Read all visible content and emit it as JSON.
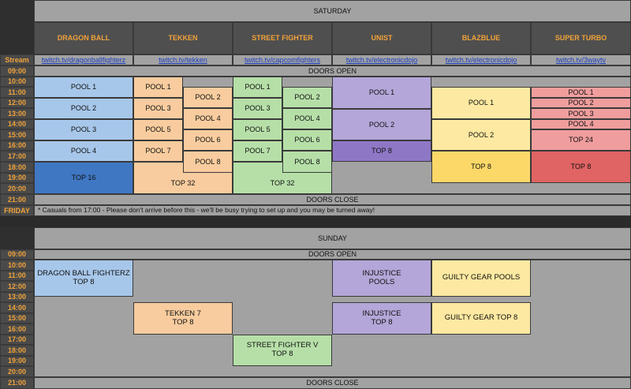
{
  "saturday": {
    "title": "SATURDAY",
    "stream_label": "Stream",
    "games": [
      "DRAGON BALL",
      "TEKKEN",
      "STREET FIGHTER",
      "UNIST",
      "BLAZBLUE",
      "SUPER TURBO"
    ],
    "streams": [
      "twitch.tv/dragonballfighterz",
      "twitch.tv/tekken",
      "twitch.tv/capcomfighters",
      "twitch.tv/electronicdojo",
      "twitch.tv/electronicdojo",
      "twitch.tv/3waytv"
    ],
    "times": [
      "09:00",
      "10:00",
      "11:00",
      "12:00",
      "13:00",
      "14:00",
      "15:00",
      "16:00",
      "17:00",
      "18:00",
      "19:00",
      "20:00",
      "21:00"
    ],
    "doors_open": "DOORS OPEN",
    "doors_close": "DOORS CLOSE",
    "dragonball": {
      "pool1": "POOL 1",
      "pool2": "POOL 2",
      "pool3": "POOL 3",
      "pool4": "POOL 4",
      "top": "TOP 16"
    },
    "tekken": {
      "pool1": "POOL 1",
      "pool2": "POOL 2",
      "pool3": "POOL 3",
      "pool4": "POOL 4",
      "pool5": "POOL 5",
      "pool6": "POOL 6",
      "pool7": "POOL 7",
      "pool8": "POOL 8",
      "top": "TOP 32"
    },
    "streetfighter": {
      "pool1": "POOL 1",
      "pool2": "POOL 2",
      "pool3": "POOL 3",
      "pool4": "POOL 4",
      "pool5": "POOL 5",
      "pool6": "POOL 6",
      "pool7": "POOL 7",
      "pool8": "POOL 8",
      "top": "TOP 32"
    },
    "unist": {
      "pool1": "POOL 1",
      "pool2": "POOL 2",
      "top": "TOP 8"
    },
    "blazblue": {
      "pool1": "POOL 1",
      "pool2": "POOL 2",
      "top": "TOP 8"
    },
    "superturbo": {
      "pool1": "POOL 1",
      "pool2": "POOL 2",
      "pool3": "POOL 3",
      "pool4": "POOL 4",
      "top24": "TOP 24",
      "top8": "TOP 8"
    }
  },
  "friday": {
    "label": "FRIDAY",
    "note": "* Casuals from 17:00 - Please don't arrive before this - we'll be busy trying to set up and you may be turned away!"
  },
  "sunday": {
    "title": "SUNDAY",
    "times": [
      "09:00",
      "10:00",
      "11:00",
      "12:00",
      "13:00",
      "14:00",
      "15:00",
      "16:00",
      "17:00",
      "18:00",
      "19:00",
      "20:00",
      "21:00"
    ],
    "doors_open": "DOORS OPEN",
    "doors_close": "DOORS CLOSE",
    "dbfz": {
      "line1": "DRAGON BALL FIGHTERZ",
      "line2": "TOP 8"
    },
    "tekken7": {
      "line1": "TEKKEN 7",
      "line2": "TOP 8"
    },
    "sfv": {
      "line1": "STREET FIGHTER V",
      "line2": "TOP 8"
    },
    "injustice_pools": {
      "line1": "INJUSTICE",
      "line2": "POOLS"
    },
    "injustice_top": {
      "line1": "INJUSTICE",
      "line2": "TOP 8"
    },
    "gg_pools": "GUILTY GEAR POOLS",
    "gg_top": "GUILTY GEAR TOP 8"
  }
}
